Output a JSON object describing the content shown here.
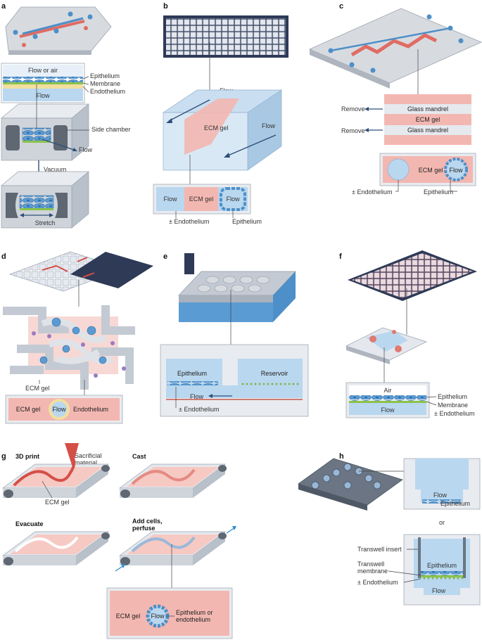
{
  "panels": {
    "a": {
      "letter": "a",
      "flow_or_air": "Flow or air",
      "epithelium": "Epithelium",
      "membrane": "Membrane",
      "endothelium": "Endothelium",
      "flow": "Flow",
      "side_chamber": "Side chamber",
      "flow2": "Flow",
      "vacuum": "Vacuum",
      "stretch": "Stretch"
    },
    "b": {
      "letter": "b",
      "flow_top": "Flow",
      "ecm_gel": "ECM gel",
      "flow_right": "Flow",
      "sec_flow_left": "Flow",
      "sec_ecm_gel": "ECM gel",
      "sec_flow_right": "Flow",
      "endothelium": "± Endothelium",
      "epithelium": "Epithelium"
    },
    "c": {
      "letter": "c",
      "remove1": "Remove",
      "glass_mandrel1": "Glass mandrel",
      "ecm_gel": "ECM gel",
      "remove2": "Remove",
      "glass_mandrel2": "Glass mandrel",
      "sec_ecm_gel": "ECM gel",
      "sec_flow": "Flow",
      "endothelium": "± Endothelium",
      "epithelium": "Epithelium"
    },
    "d": {
      "letter": "d",
      "ecm_gel": "ECM gel",
      "sec_ecm_gel": "ECM gel",
      "sec_flow": "Flow",
      "endothelium": "Endothelium"
    },
    "e": {
      "letter": "e",
      "epithelium": "Epithelium",
      "reservoir": "Reservoir",
      "flow": "Flow",
      "endothelium": "± Endothelium"
    },
    "f": {
      "letter": "f",
      "air": "Air",
      "flow": "Flow",
      "epithelium": "Epithelium",
      "membrane": "Membrane",
      "endothelium": "± Endothelium"
    },
    "g": {
      "letter": "g",
      "print": "3D print",
      "sacrificial1": "Sacrificial",
      "sacrificial2": "material",
      "cast": "Cast",
      "ecm_gel": "ECM gel",
      "evacuate": "Evacuate",
      "add_cells1": "Add cells,",
      "add_cells2": "perfuse",
      "sec_ecm_gel": "ECM gel",
      "sec_flow": "Flow",
      "epi_or_endo1": "Epithelium or",
      "epi_or_endo2": "endothelium"
    },
    "h": {
      "letter": "h",
      "flow_top": "Flow",
      "epithelium_top": "Epithelium",
      "or": "or",
      "transwell_insert": "Transwell insert",
      "transwell_membrane1": "Transwell",
      "transwell_membrane2": "membrane",
      "epithelium": "Epithelium",
      "endothelium": "± Endothelium",
      "flow": "Flow"
    }
  },
  "colors": {
    "flow_blue": "#b9d7ef",
    "ecm_pink": "#f3b7b1",
    "chip_grey": "#d7dbe0",
    "cell_blue": "#4d8fc8",
    "membrane_green": "#8bc34a",
    "channel_red": "#e06c64",
    "frame_navy": "#2e3a56"
  }
}
